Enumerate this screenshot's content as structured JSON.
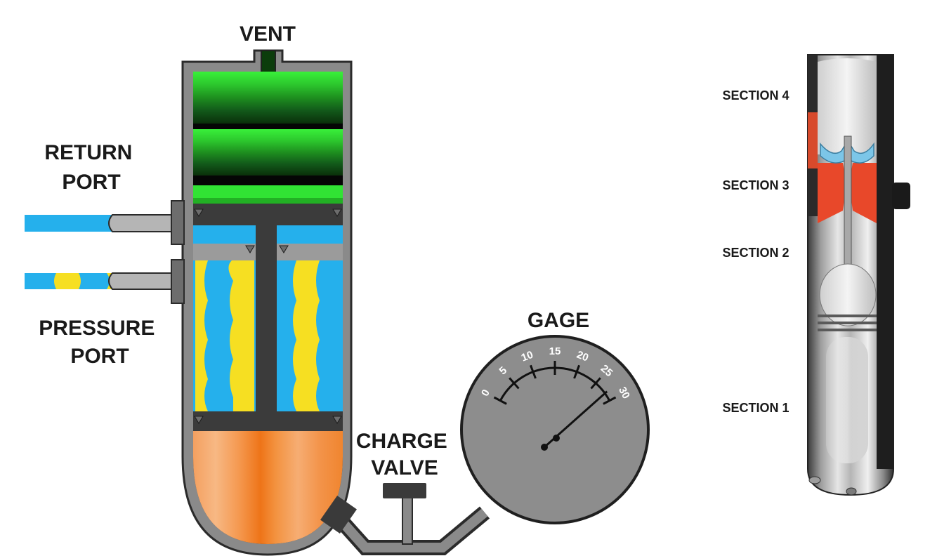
{
  "labels": {
    "vent": "VENT",
    "return_port": [
      "RETURN",
      "PORT"
    ],
    "pressure_port": [
      "PRESSURE",
      "PORT"
    ],
    "charge_valve": [
      "CHARGE",
      "VALVE"
    ],
    "gage": "GAGE"
  },
  "gauge": {
    "scale": [
      "0",
      "5",
      "10",
      "15",
      "20",
      "25",
      "30"
    ],
    "reading": 28
  },
  "sections": [
    "SECTION 4",
    "SECTION 3",
    "SECTION 2",
    "SECTION 1"
  ],
  "colors": {
    "housing": "#8a8a8a",
    "housing_dark": "#3a3a3a",
    "green": "#2fd632",
    "green_dark": "#0b3d0b",
    "blue": "#25b0ec",
    "yellow": "#f6df22",
    "orange": "#f07a1e",
    "gauge_face": "#8d8d8d"
  }
}
